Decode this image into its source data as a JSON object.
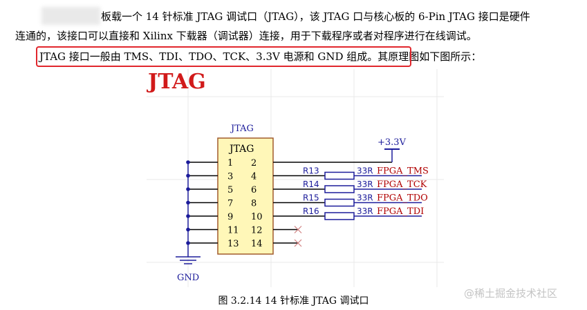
{
  "doc": {
    "line1": "板载一个 14 针标准 JTAG 调试口（JTAG），该 JTAG 口与核心板的 6-Pin JTAG 接口是硬件",
    "line2": "连通的，该接口可以直接和 Xilinx 下载器（调试器）连接，用于下载程序或者对程序进行在线调试。",
    "line3": "JTAG 接口一般由 TMS、TDI、TDO、TCK、3.3V 电源和 GND 组成。其原理图如下图所示：",
    "caption": "图  3.2.14 14 针标准 JTAG 调试口",
    "watermark": "@稀土掘金技术社区"
  },
  "schematic": {
    "title": "JTAG",
    "ref": "JTAG",
    "inner_label": "JTAG",
    "power": "+3.3V",
    "ground": "GND",
    "pins_left": [
      "1",
      "3",
      "5",
      "7",
      "9",
      "11",
      "13"
    ],
    "pins_right": [
      "2",
      "4",
      "6",
      "8",
      "10",
      "12",
      "14"
    ],
    "resistors": [
      {
        "ref": "R13",
        "value": "33R",
        "net": "FPGA_TMS"
      },
      {
        "ref": "R14",
        "value": "33R",
        "net": "FPGA_TCK"
      },
      {
        "ref": "R15",
        "value": "33R",
        "net": "FPGA_TDO"
      },
      {
        "ref": "R16",
        "value": "33R",
        "net": "FPGA_TDI"
      }
    ],
    "colors": {
      "wire": "#1b1b9a",
      "label": "#b00000",
      "title": "#d11a1a",
      "body": "#fff7b8"
    }
  }
}
